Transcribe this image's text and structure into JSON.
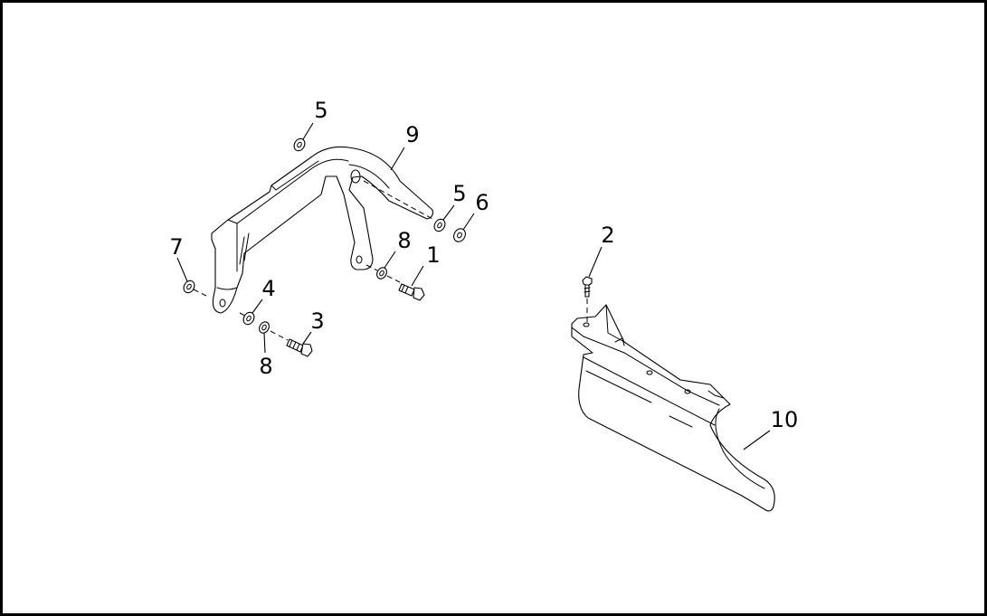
{
  "callouts": {
    "c1": "1",
    "c2": "2",
    "c3": "3",
    "c4": "4",
    "c5a": "5",
    "c5b": "5",
    "c6": "6",
    "c7": "7",
    "c8a": "8",
    "c8b": "8",
    "c9": "9",
    "c10": "10"
  },
  "colors": {
    "line": "#000000",
    "background": "#ffffff"
  }
}
